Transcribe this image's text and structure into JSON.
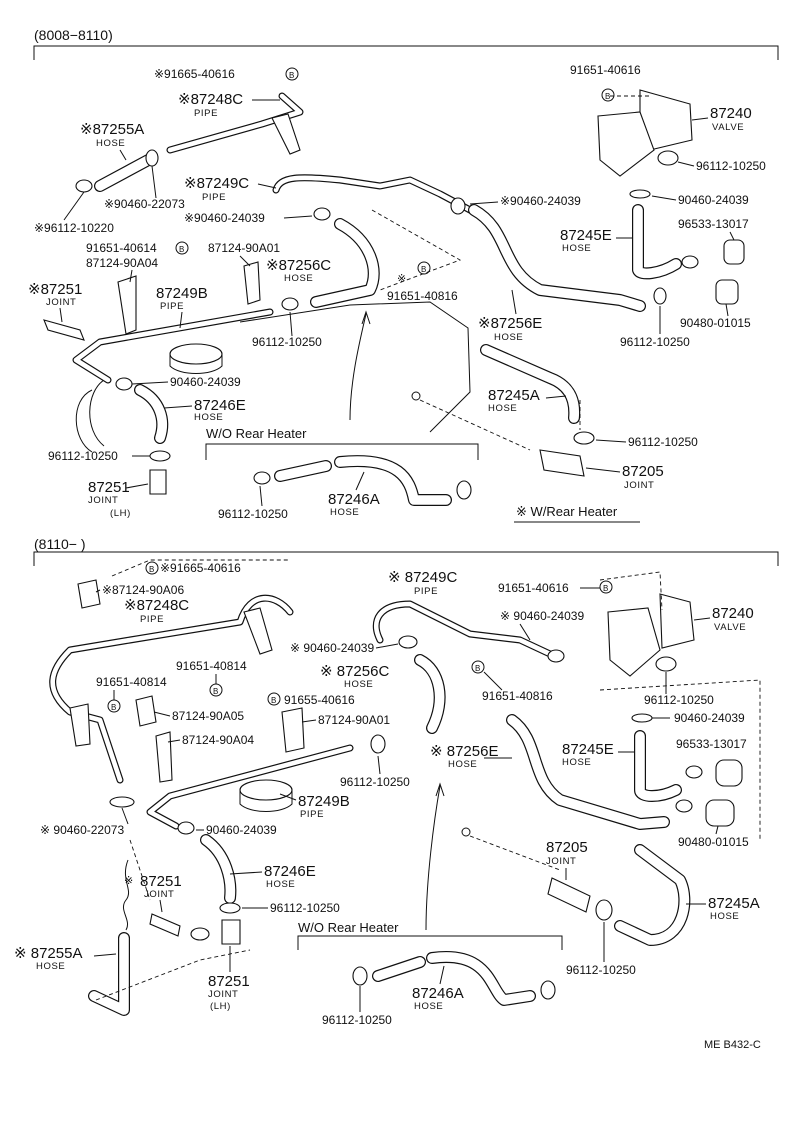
{
  "sections": {
    "top": "(8008−8110)",
    "bottom": "(8110−       )"
  },
  "captions": {
    "wo_rear_top": "W/O Rear Heater",
    "w_rear_top": "※ W/Rear Heater",
    "wo_rear_bottom": "W/O Rear Heater"
  },
  "top": {
    "p91665": "※91665-40616",
    "p87248c": "※87248C",
    "p87248c_sub": "PIPE",
    "p87255a": "※87255A",
    "p87255a_sub": "HOSE",
    "p90460_22073": "※90460-22073",
    "p96112_10220": "※96112-10220",
    "p87249c": "※87249C",
    "p87249c_sub": "PIPE",
    "p90460_24039a": "※90460-24039",
    "p91651_40614": "91651-40614",
    "p87124_90a04": "87124-90A04",
    "p87124_90a01": "87124-90A01",
    "p87256c": "※87256C",
    "p87256c_sub": "HOSE",
    "p87251": "※87251",
    "p87251_sub": "JOINT",
    "p87249b": "87249B",
    "p87249b_sub": "PIPE",
    "p96112_10250a": "96112-10250",
    "p90460_24039b": "90460-24039",
    "p87246e": "87246E",
    "p87246e_sub": "HOSE",
    "p96112_10250b": "96112-10250",
    "p87251b": "87251",
    "p87251b_sub1": "JOINT",
    "p87251b_sub2": "(LH)",
    "p96112_10250c": "96112-10250",
    "p87246a": "87246A",
    "p87246a_sub": "HOSE",
    "p91651_40816": "91651-40816",
    "p91651_40616": "91651-40616",
    "p87240": "87240",
    "p87240_sub": "VALVE",
    "p96112_10250d": "96112-10250",
    "p90460_24039c": "※90460-24039",
    "p90460_24039d": "90460-24039",
    "p87245e": "87245E",
    "p87245e_sub": "HOSE",
    "p96533": "96533-13017",
    "p90480": "90480-01015",
    "p96112_10250e": "96112-10250",
    "p87256e": "※87256E",
    "p87256e_sub": "HOSE",
    "p87245a": "87245A",
    "p87245a_sub": "HOSE",
    "p96112_10250f": "96112-10250",
    "p87205": "87205",
    "p87205_sub": "JOINT",
    "b": "B"
  },
  "bottom": {
    "p91665": "※91665-40616",
    "p87124_90a06": "※87124-90A06",
    "p87248c": "※87248C",
    "p87248c_sub": "PIPE",
    "p87249c": "※ 87249C",
    "p87249c_sub": "PIPE",
    "p91651_40616": "91651-40616",
    "p90460_24039a": "※ 90460-24039",
    "p87240": "87240",
    "p87240_sub": "VALVE",
    "p90460_24039b": "※ 90460-24039",
    "p91651_40814a": "91651-40814",
    "p91651_40814b": "91651-40814",
    "p87256c": "※ 87256C",
    "p87256c_sub": "HOSE",
    "p91651_40816": "91651-40816",
    "p96112_10250a": "96112-10250",
    "p91655": "91655-40616",
    "p87124_90a05": "87124-90A05",
    "p87124_90a01": "87124-90A01",
    "p87124_90a04": "87124-90A04",
    "p90460_24039c": "90460-24039",
    "p87245e": "87245E",
    "p87245e_sub": "HOSE",
    "p96533": "96533-13017",
    "p87256e": "※ 87256E",
    "p87256e_sub": "HOSE",
    "p96112_10250b": "96112-10250",
    "p87249b": "87249B",
    "p87249b_sub": "PIPE",
    "p90480": "90480-01015",
    "p90460_22073": "※ 90460-22073",
    "p90460_24039d": "90460-24039",
    "p87205": "87205",
    "p87205_sub": "JOINT",
    "p87251": "87251",
    "p87251_sub": "JOINT",
    "p87246e": "87246E",
    "p87246e_sub": "HOSE",
    "p96112_10250c": "96112-10250",
    "p87245a": "87245A",
    "p87245a_sub": "HOSE",
    "p87255a": "※ 87255A",
    "p87255a_sub": "HOSE",
    "p87251b": "87251",
    "p87251b_sub1": "JOINT",
    "p87251b_sub2": "(LH)",
    "p96112_10250d": "96112-10250",
    "p87246a": "87246A",
    "p87246a_sub": "HOSE",
    "p96112_10250e": "96112-10250",
    "mark": "※",
    "b": "B"
  },
  "footer": {
    "ref": "ME  B432-C"
  }
}
